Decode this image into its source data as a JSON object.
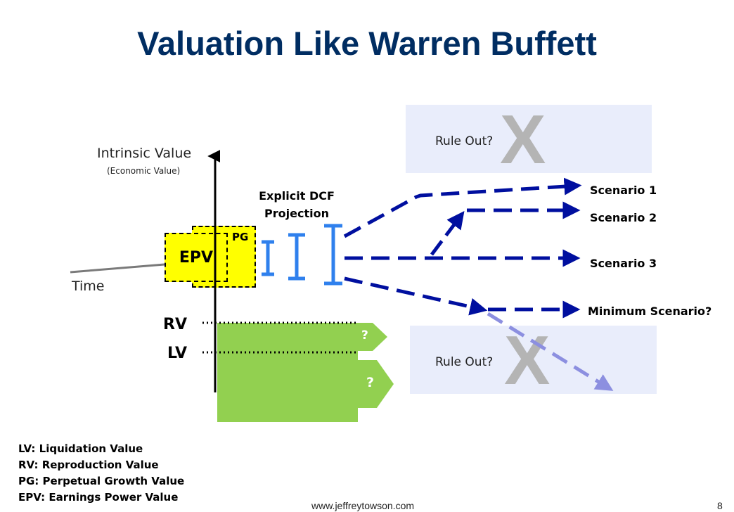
{
  "title": "Valuation Like Warren Buffett",
  "axis": {
    "y_label": "Intrinsic Value",
    "y_sublabel": "(Economic Value)",
    "x_label": "Time"
  },
  "boxes": {
    "epv": "EPV",
    "pg": "PG",
    "rv": "RV",
    "lv": "LV",
    "question_mark": "?"
  },
  "dcf": {
    "label_line1": "Explicit DCF",
    "label_line2": "Projection"
  },
  "scenarios": [
    {
      "label": "Scenario 1"
    },
    {
      "label": "Scenario 2"
    },
    {
      "label": "Scenario 3"
    },
    {
      "label": "Minimum Scenario?"
    }
  ],
  "rule_out": {
    "label": "Rule Out?",
    "mark": "X"
  },
  "legend": [
    "LV: Liquidation Value",
    "RV: Reproduction Value",
    "PG: Perpetual Growth Value",
    "EPV: Earnings Power Value"
  ],
  "footer": {
    "website": "www.jeffreytowson.com",
    "page_number": "8"
  },
  "colors": {
    "title": "#002d62",
    "arrow": "#000f9f",
    "dcf_bar": "#2f80ed",
    "yellow": "#ffff00",
    "green": "#92d050",
    "rule_out_bg": "#e9edfb"
  }
}
